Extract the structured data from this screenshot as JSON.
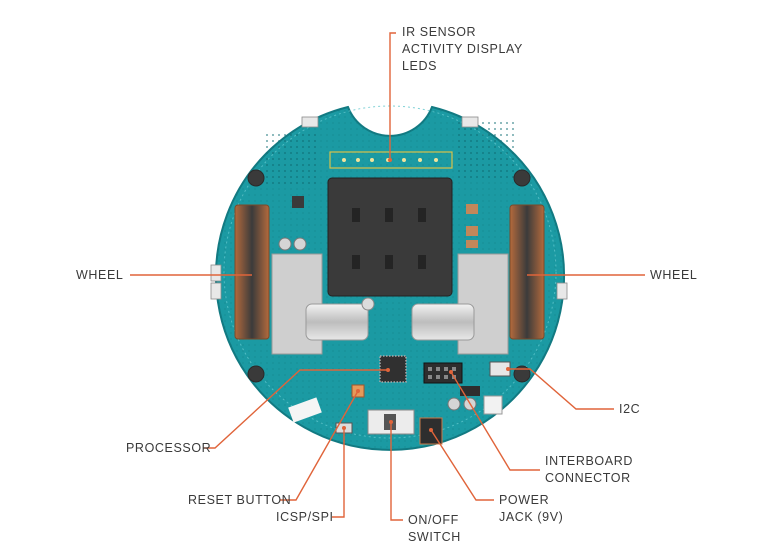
{
  "colors": {
    "board": "#1b9aa3",
    "board_dark": "#127a82",
    "callout_line": "#e0643a",
    "label_text": "#3a3a3a",
    "component_dark": "#3a3a3a",
    "wheel_copper": "#c87a4a",
    "bracket_grey": "#c9c9c9"
  },
  "labels": {
    "ir_sensor": [
      "IR SENSOR",
      "ACTIVITY DISPLAY",
      "LEDS"
    ],
    "wheel_left": "WHEEL",
    "wheel_right": "WHEEL",
    "i2c": "I2C",
    "processor": "PROCESSOR",
    "interboard": [
      "INTERBOARD",
      "CONNECTOR"
    ],
    "reset_button": "RESET BUTTON",
    "power_jack": [
      "POWER",
      "JACK (9V)"
    ],
    "icsp_spi": "ICSP/SPI",
    "on_off_switch": [
      "ON/OFF",
      "SWITCH"
    ]
  }
}
